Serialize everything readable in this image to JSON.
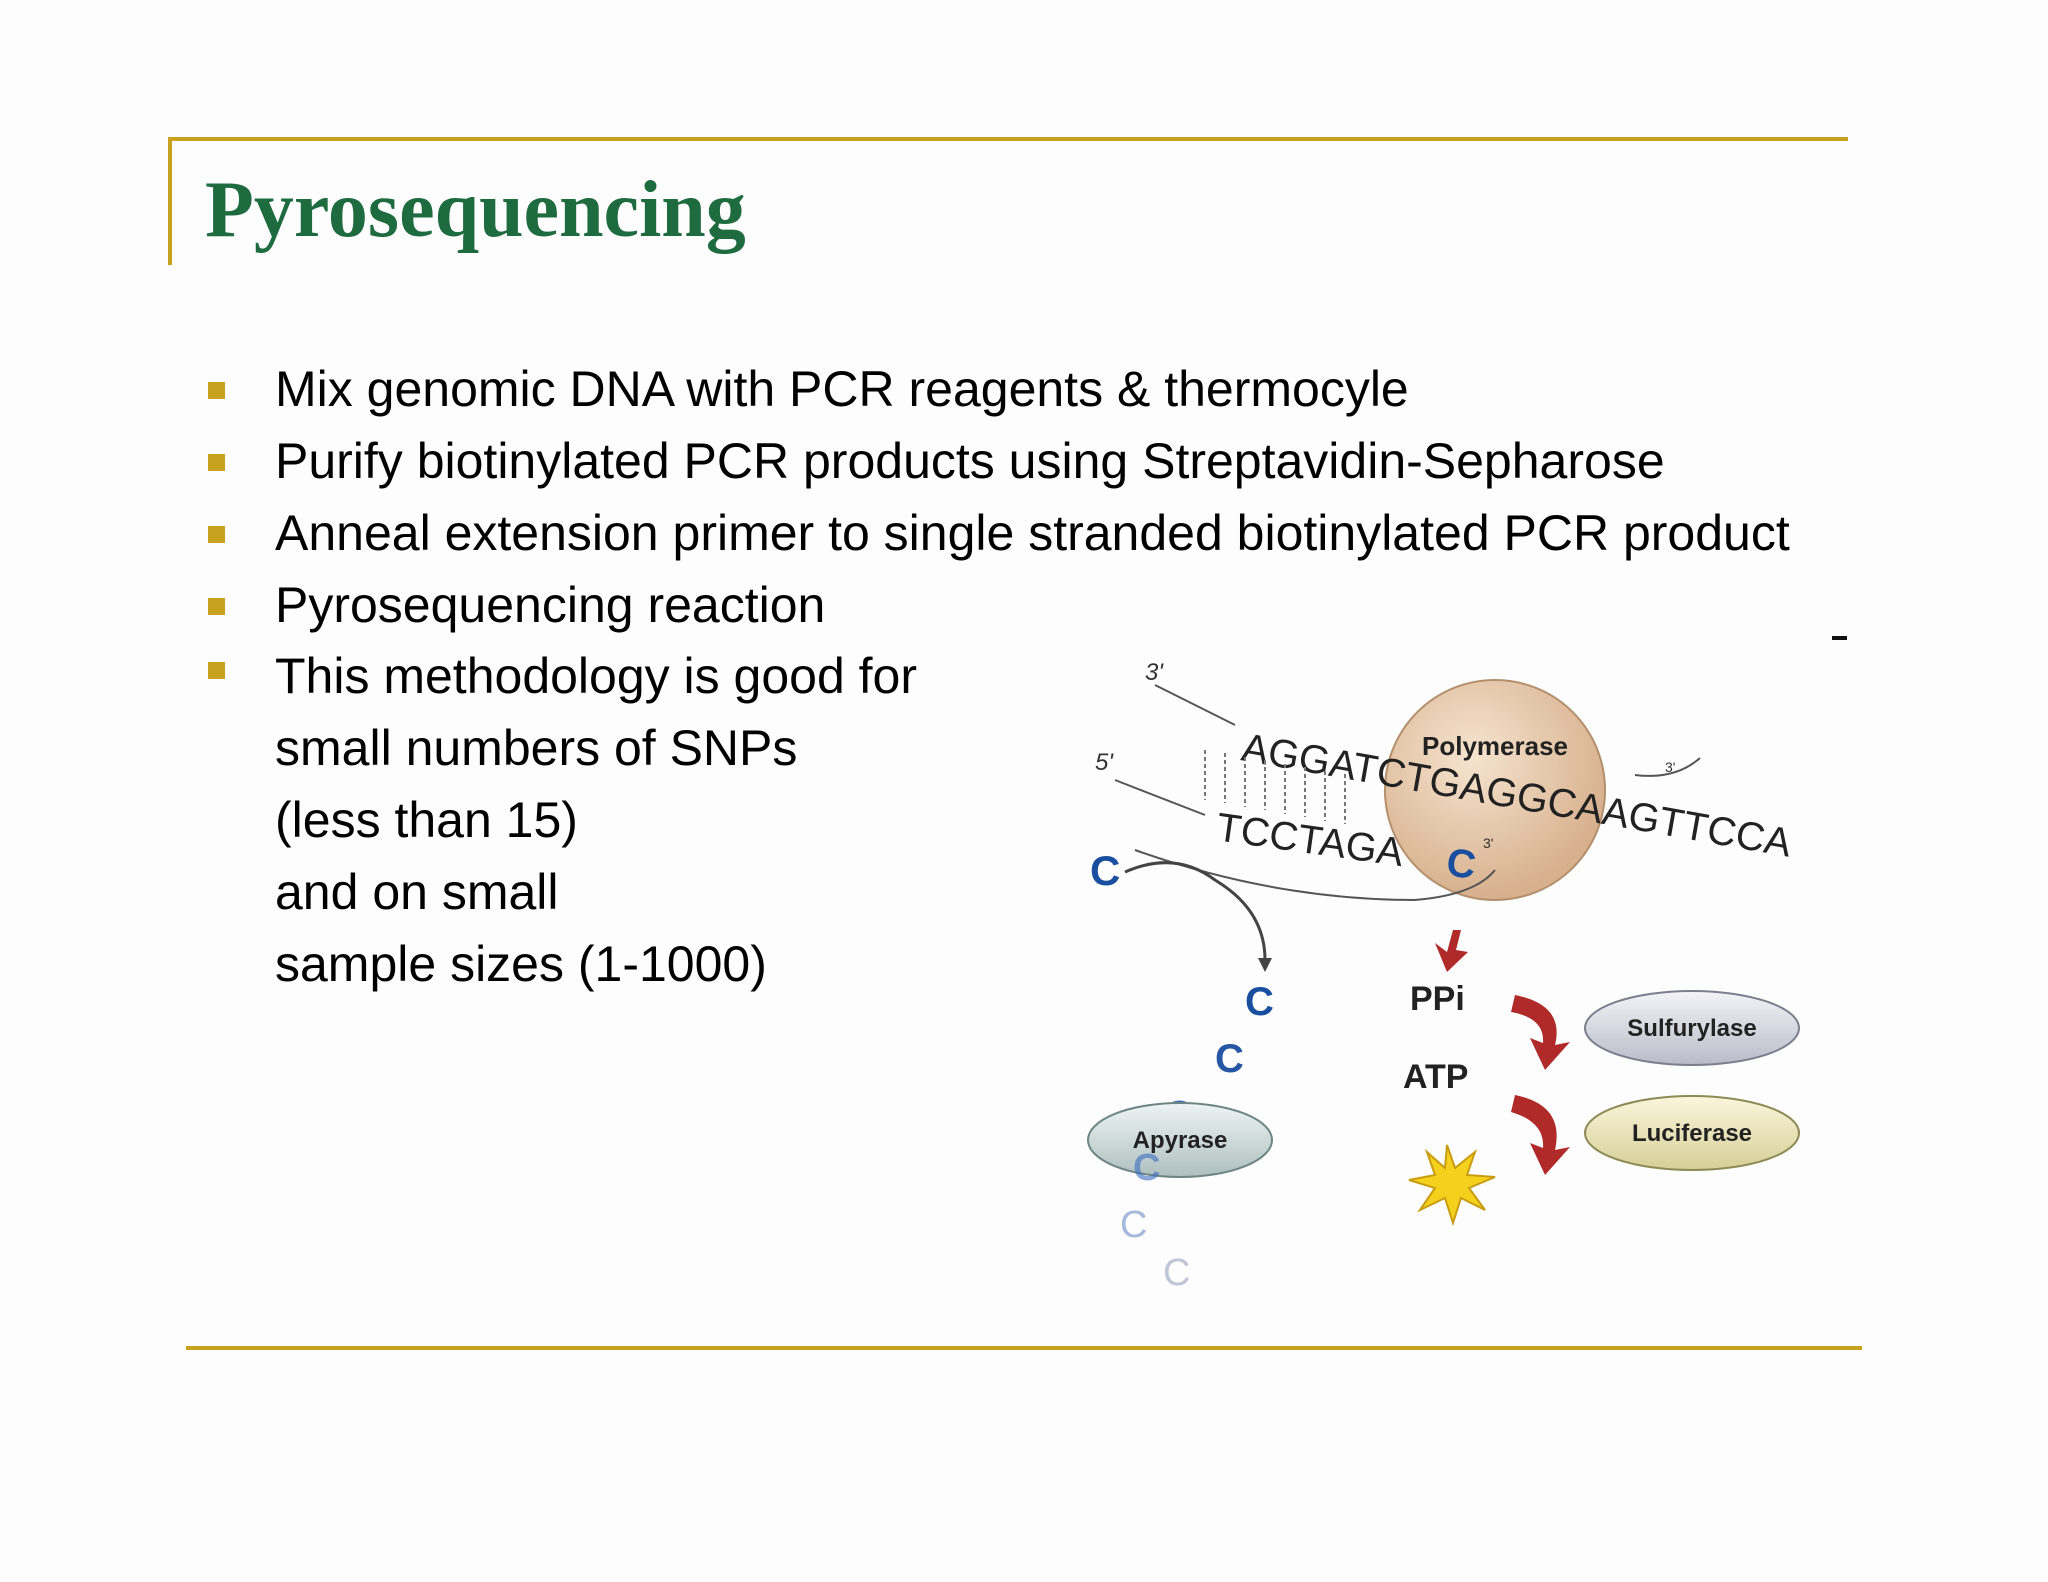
{
  "slide": {
    "title": "Pyrosequencing",
    "bullets": [
      {
        "text": "Mix genomic DNA with PCR reagents & thermocyle"
      },
      {
        "text": "Purify biotinylated PCR products using Streptavidin-Sepharose"
      },
      {
        "text": "Anneal extension primer to single stranded biotinylated PCR product"
      },
      {
        "text": "Pyrosequencing reaction"
      },
      {
        "lines": [
          "This methodology is good for",
          "small numbers of  SNPs",
          "(less than 15)",
          "and on small",
          "sample sizes (1-1000)"
        ]
      }
    ],
    "colors": {
      "accent": "#c8a21e",
      "title": "#1d6b3f",
      "nucleotide": "#1a4fa0",
      "arrow": "#b02a2a"
    }
  },
  "diagram": {
    "strand_3_label": "3'",
    "strand_5_label": "5'",
    "template_sequence": "AGGATCTGAGGCAAGTTCCA",
    "template_end_label": "3'",
    "primer_sequence": "TCCTAGA",
    "added_base": "C",
    "primer_end_label": "3'",
    "polymerase": "Polymerase",
    "nucleotide": "C",
    "ppi": "PPi",
    "atp": "ATP",
    "sulfurylase": "Sulfurylase",
    "luciferase": "Luciferase",
    "apyrase": "Apyrase",
    "icons": [
      "light-burst-icon",
      "curved-arrow-icon",
      "down-arrow-icon"
    ]
  }
}
